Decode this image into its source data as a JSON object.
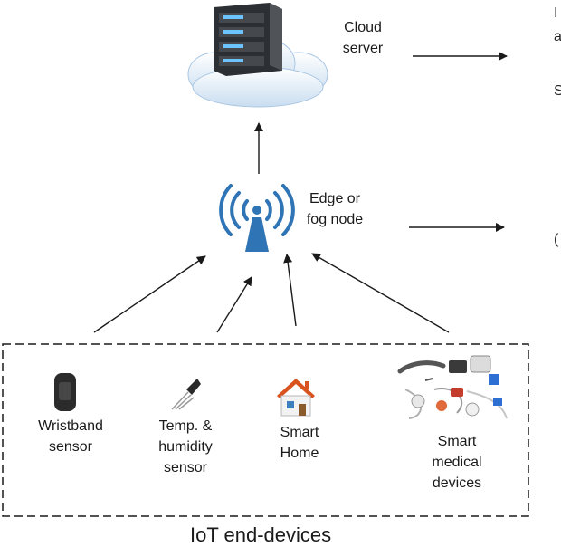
{
  "nodes": {
    "cloud": {
      "line1": "Cloud",
      "line2": "server"
    },
    "edge": {
      "line1": "Edge or",
      "line2": "fog node"
    },
    "wristband": {
      "line1": "Wristband",
      "line2": "sensor"
    },
    "temp": {
      "line1": "Temp. &",
      "line2": "humidity",
      "line3": "sensor"
    },
    "home": {
      "line1": "Smart",
      "line2": "Home"
    },
    "medical": {
      "line1": "Smart",
      "line2": "medical",
      "line3": "devices"
    }
  },
  "group_label": "IoT end-devices",
  "cut_text": {
    "a": "I",
    "b": "a",
    "c": "S",
    "d": "("
  },
  "colors": {
    "antenna": "#2f74b5",
    "cloud": "#dceaf7",
    "server": "#3a3d42",
    "arrow": "#1a1a1a",
    "house_roof": "#d9531e"
  }
}
